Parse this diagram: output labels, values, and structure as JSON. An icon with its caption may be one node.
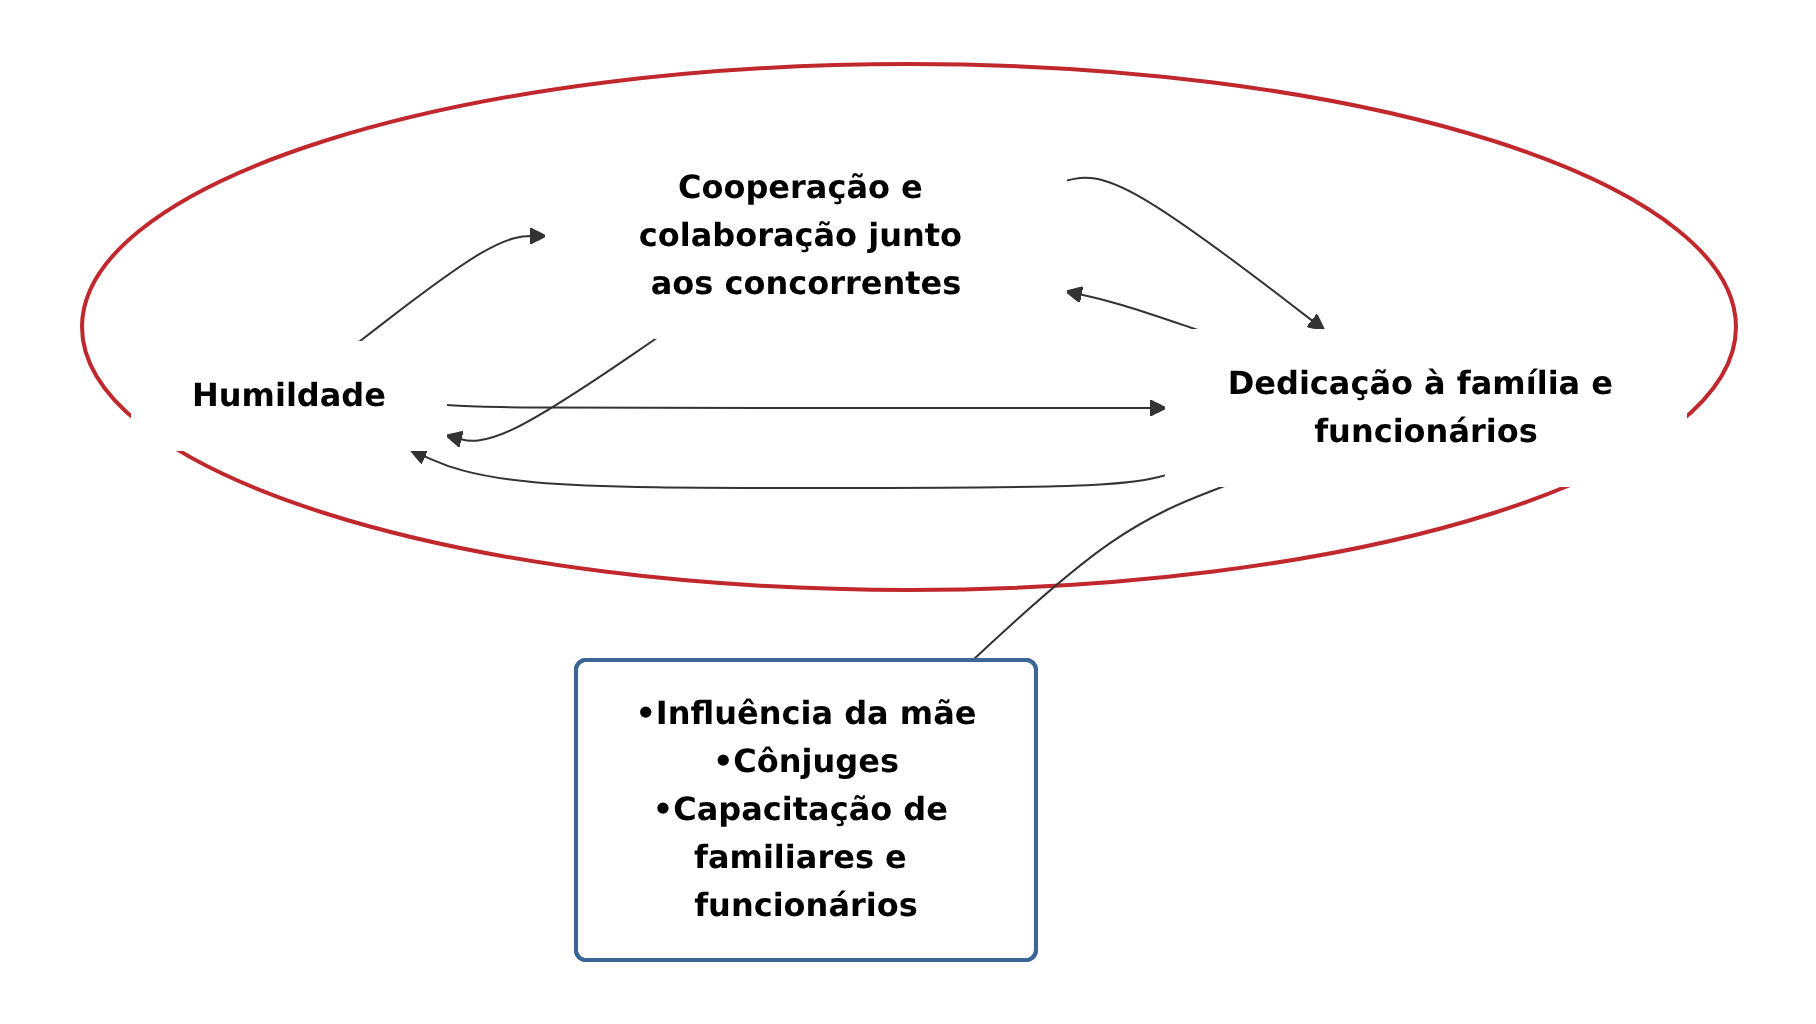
{
  "diagram": {
    "nodes": [
      {
        "text": [],
        "shape": "circle"
      },
      {
        "text": [
          "Humildade"
        ],
        "in": 0
      },
      {
        "text": [
          "Cooperação e colaboração junto aos concorrentes"
        ],
        "in": 0
      },
      {
        "text": [
          "Dedicação à família e funcionários"
        ],
        "in": 0
      },
      {
        "text": [
          "•Influência da mãe",
          "•Cônjuges",
          "•Capacitação de familiares e funcionários"
        ]
      }
    ],
    "edges": [
      {
        "from": 2,
        "to": 1,
        "arrow": "to"
      },
      {
        "from": 1,
        "to": 2,
        "arrow": "to"
      },
      {
        "from": 1,
        "to": 3,
        "arrow": "to"
      },
      {
        "from": 3,
        "to": 1,
        "arrow": "to"
      },
      {
        "from": 2,
        "to": 3,
        "arrow": "to"
      },
      {
        "from": 3,
        "to": 2,
        "arrow": "to"
      },
      {
        "from": 4,
        "to": 3,
        "arrow": "none"
      }
    ]
  }
}
